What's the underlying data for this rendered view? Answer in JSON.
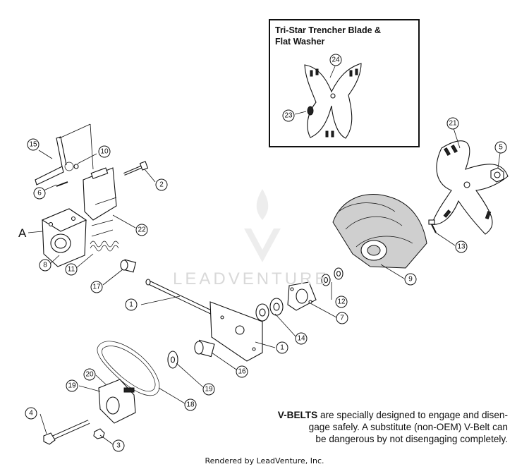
{
  "inset": {
    "title_line1": "Tri-Star Trencher Blade &",
    "title_line2": "Flat Washer"
  },
  "view_label": "A",
  "callouts": [
    "1",
    "1",
    "2",
    "3",
    "4",
    "5",
    "6",
    "7",
    "8",
    "9",
    "10",
    "11",
    "12",
    "13",
    "14",
    "15",
    "16",
    "17",
    "18",
    "19",
    "19",
    "20",
    "21",
    "22",
    "23",
    "24"
  ],
  "warning": {
    "bold_part": "V-BELTS",
    "line1_rest": " are specially designed to engage and disen-",
    "line2": "gage safely. A substitute (non-OEM) V-Belt can",
    "line3": "be dangerous by not disengaging completely."
  },
  "footer": "Rendered by LeadVenture, Inc.",
  "watermark": "LEADVENTURE"
}
